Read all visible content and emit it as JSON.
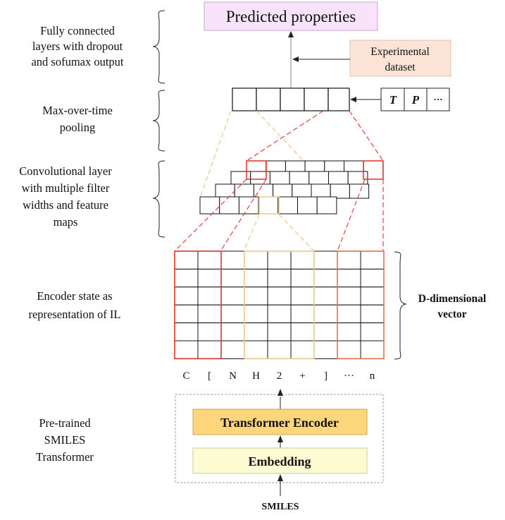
{
  "side_labels": {
    "fully_connected": [
      "Fully connected",
      "layers with dropout",
      "and sofumax output"
    ],
    "max_pooling": [
      "Max-over-time",
      "pooling"
    ],
    "conv_layer": [
      "Convolutional layer",
      "with multiple filter",
      "widths and feature",
      "maps"
    ],
    "encoder_state": [
      "Encoder state as",
      "representation of IL"
    ],
    "pretrained": [
      "Pre-trained",
      "SMILES",
      "Transformer"
    ]
  },
  "boxes": {
    "predicted": "Predicted properties",
    "experimental": [
      "Experimental",
      "dataset"
    ],
    "transformer_encoder": "Transformer Encoder",
    "embedding": "Embedding",
    "smiles_input": "SMILES"
  },
  "conditions": [
    "T",
    "P",
    "···"
  ],
  "d_vector": [
    "D-dimensional",
    "vector"
  ],
  "tokens": [
    "C",
    "[",
    "N",
    "H",
    "2",
    "+",
    "]",
    "···",
    "n"
  ],
  "colors": {
    "predicted_fill": "#f8e3fb",
    "predicted_border": "#c7a6cc",
    "experimental_fill": "#fbe4d6",
    "experimental_border": "#e3c2ad",
    "transformer_fill": "#fdd57a",
    "transformer_border": "#c9a55a",
    "embedding_fill": "#fdfbd2",
    "embedding_border": "#cfcc99",
    "red": "#e0312a",
    "yellow": "#e6c88d",
    "orange": "#e8704a",
    "dashed_gray": "#9c9c9c"
  }
}
